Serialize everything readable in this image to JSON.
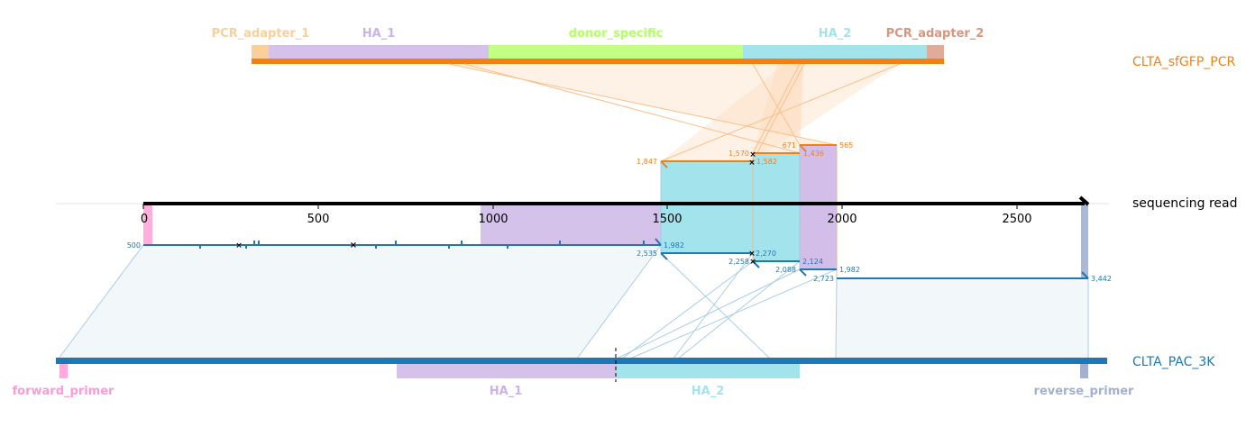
{
  "colors": {
    "orange": "#f47f13",
    "blue": "#1f77b4",
    "purple": "#cbb3e6",
    "cyan": "#a3e3ec",
    "pink": "#ff9ad6",
    "green": "#b3ff66",
    "peach": "#fbcf99",
    "salmon": "#d6977e",
    "grey_blue": "#a3b1d1",
    "black": "#000000"
  },
  "top_track": {
    "name": "CLTA_sfGFP_PCR",
    "features": [
      {
        "label": "PCR_adapter_1",
        "color": "#fbcf99"
      },
      {
        "label": "HA_1",
        "color": "#cbb3e6"
      },
      {
        "label": "donor_specific",
        "color": "#b3ff66"
      },
      {
        "label": "HA_2",
        "color": "#a3e3ec"
      },
      {
        "label": "PCR_adapter_2",
        "color": "#d6977e"
      }
    ]
  },
  "middle_track": {
    "name": "sequencing read",
    "axis_ticks": [
      "0",
      "500",
      "1000",
      "1500",
      "2000",
      "2500"
    ]
  },
  "bottom_track": {
    "name": "CLTA_PAC_3K",
    "features": [
      {
        "label": "forward_primer",
        "color": "#ff9ad6"
      },
      {
        "label": "HA_1",
        "color": "#cbb3e6"
      },
      {
        "label": "HA_2",
        "color": "#a3e3ec"
      },
      {
        "label": "reverse_primer",
        "color": "#a3b1d1"
      }
    ]
  },
  "top_alignment_labels": [
    "1,847",
    "1,570",
    "1,582",
    "671",
    "1,436",
    "565"
  ],
  "bottom_alignment_labels": [
    "500",
    "1,982",
    "2,535",
    "2,270",
    "2,258",
    "2,124",
    "2,088",
    "1,982",
    "2,723",
    "3,442"
  ]
}
